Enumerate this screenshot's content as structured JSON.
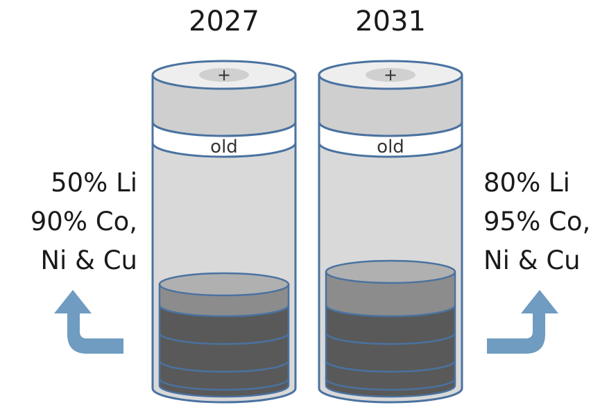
{
  "batteries": [
    {
      "year": "2027",
      "band_label": "old",
      "terminal": "+",
      "recovery": [
        "50% Li",
        "90% Co,",
        "Ni & Cu"
      ]
    },
    {
      "year": "2031",
      "band_label": "old",
      "terminal": "+",
      "recovery": [
        "80% Li",
        "95% Co,",
        "Ni & Cu"
      ]
    }
  ],
  "colors": {
    "outline": "#4a72a0",
    "body_fill": "#d9d9d9",
    "top_fill": "#eeeeee",
    "cell_dark": "#595959",
    "cell_light": "#8c8c8c",
    "arrow": "#6f9cc0"
  }
}
